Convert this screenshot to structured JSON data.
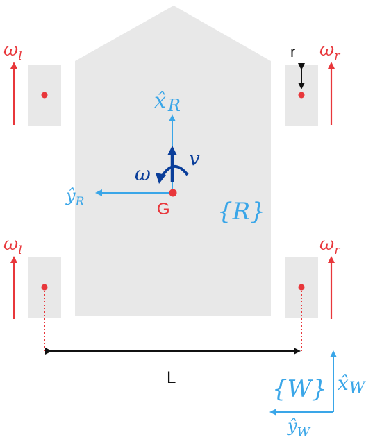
{
  "labels": {
    "omega_l": "ω",
    "omega_l_sub": "l",
    "omega_r": "ω",
    "omega_r_sub": "r",
    "r": "r",
    "x_R": "x̂",
    "x_R_sub": "R",
    "y_R": "ŷ",
    "y_R_sub": "R",
    "v": "v",
    "omega": "ω",
    "G": "G",
    "frame_R": "{R}",
    "L": "L",
    "frame_W": "{W}",
    "x_W": "x̂",
    "x_W_sub": "W",
    "y_W": "ŷ",
    "y_W_sub": "W"
  },
  "colors": {
    "body": "#e8e8e8",
    "red": "#e8373b",
    "light_blue": "#3aa6e8",
    "dark_blue": "#0a3e9a",
    "black": "#111111"
  }
}
